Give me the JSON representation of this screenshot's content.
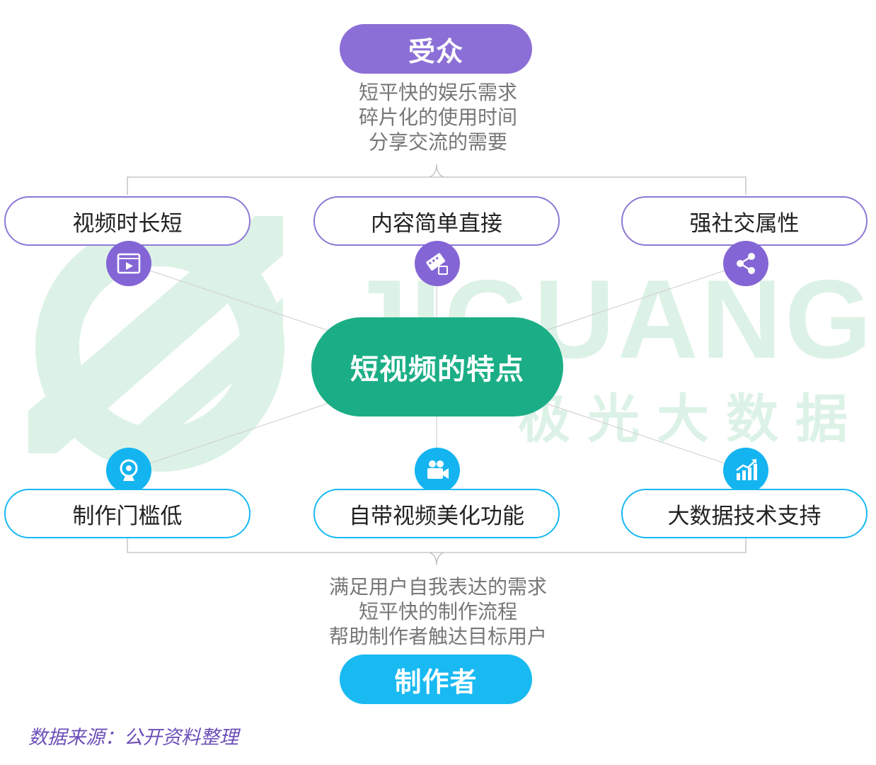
{
  "watermark": {
    "letters": "JIGUANG",
    "chinese": "极光大数据"
  },
  "audience": {
    "title": "受众",
    "lines": [
      "短平快的娱乐需求",
      "碎片化的使用时间",
      "分享交流的需要"
    ]
  },
  "center": {
    "title": "短视频的特点"
  },
  "top_features": [
    {
      "label": "视频时长短",
      "icon": "video-player-icon"
    },
    {
      "label": "内容简单直接",
      "icon": "film-clip-icon"
    },
    {
      "label": "强社交属性",
      "icon": "share-icon"
    }
  ],
  "bottom_features": [
    {
      "label": "制作门槛低",
      "icon": "webcam-icon"
    },
    {
      "label": "自带视频美化功能",
      "icon": "video-camera-icon"
    },
    {
      "label": "大数据技术支持",
      "icon": "growth-chart-icon"
    }
  ],
  "producer": {
    "title": "制作者",
    "lines": [
      "满足用户自我表达的需求",
      "短平快的制作流程",
      "帮助制作者触达目标用户"
    ]
  },
  "source": "数据来源：公开资料整理",
  "colors": {
    "audience": "#8B6FD6",
    "producer": "#19B9F2",
    "center": "#1BAE86",
    "watermark": "#DDF2E7",
    "source_text": "#6C4FB8"
  }
}
